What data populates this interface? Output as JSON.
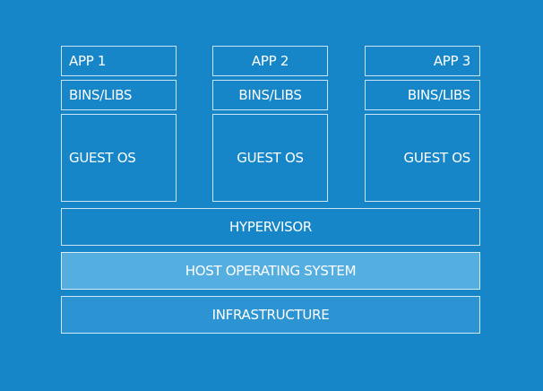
{
  "stacks": [
    {
      "app": "APP 1",
      "bins": "BINS/LIBS",
      "os": "GUEST OS"
    },
    {
      "app": "APP 2",
      "bins": "BINS/LIBS",
      "os": "GUEST OS"
    },
    {
      "app": "APP 3",
      "bins": "BINS/LIBS",
      "os": "GUEST OS"
    }
  ],
  "layers": {
    "hypervisor": "HYPERVISOR",
    "host_os": "HOST OPERATING SYSTEM",
    "infrastructure": "INFRASTRUCTURE"
  },
  "colors": {
    "background": "#1686c8",
    "host_os_fill": "#55aee0",
    "infrastructure_fill": "#2c94d2",
    "border": "#ffffff"
  }
}
